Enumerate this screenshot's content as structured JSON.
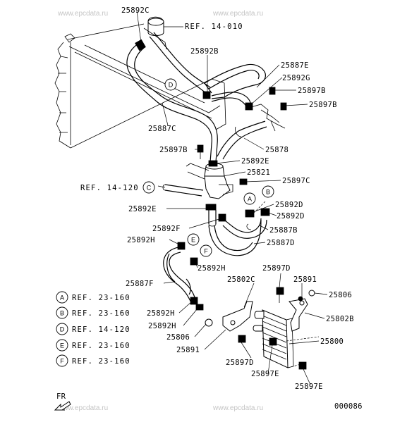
{
  "watermarks": [
    "www.epcdata.ru",
    "www.epcdata.ru",
    "www.epcdata.ru",
    "www.epcdata.ru"
  ],
  "parts": [
    {
      "id": "p1",
      "text": "25892C"
    },
    {
      "id": "p2",
      "text": "REF. 14-010"
    },
    {
      "id": "p3",
      "text": "25892B"
    },
    {
      "id": "p4",
      "text": "25887E"
    },
    {
      "id": "p5",
      "text": "25892G"
    },
    {
      "id": "p6",
      "text": "25897B"
    },
    {
      "id": "p7",
      "text": "25897B"
    },
    {
      "id": "p8",
      "text": "25887C"
    },
    {
      "id": "p9",
      "text": "25897B"
    },
    {
      "id": "p10",
      "text": "25878"
    },
    {
      "id": "p11",
      "text": "25892E"
    },
    {
      "id": "p12",
      "text": "25821"
    },
    {
      "id": "p13",
      "text": "REF. 14-120"
    },
    {
      "id": "p14",
      "text": "25897C"
    },
    {
      "id": "p15",
      "text": "25892D"
    },
    {
      "id": "p16",
      "text": "25892E"
    },
    {
      "id": "p17",
      "text": "25892D"
    },
    {
      "id": "p18",
      "text": "25892F"
    },
    {
      "id": "p19",
      "text": "25887B"
    },
    {
      "id": "p20",
      "text": "25892H"
    },
    {
      "id": "p21",
      "text": "25887D"
    },
    {
      "id": "p22",
      "text": "25892H"
    },
    {
      "id": "p23",
      "text": "25897D"
    },
    {
      "id": "p24",
      "text": "25887F"
    },
    {
      "id": "p25",
      "text": "25802C"
    },
    {
      "id": "p26",
      "text": "25891"
    },
    {
      "id": "p27",
      "text": "25806"
    },
    {
      "id": "p28",
      "text": "25892H"
    },
    {
      "id": "p29",
      "text": "25802B"
    },
    {
      "id": "p30",
      "text": "25892H"
    },
    {
      "id": "p31",
      "text": "25806"
    },
    {
      "id": "p32",
      "text": "25800"
    },
    {
      "id": "p33",
      "text": "25891"
    },
    {
      "id": "p34",
      "text": "25897D"
    },
    {
      "id": "p35",
      "text": "25897E"
    },
    {
      "id": "p36",
      "text": "25897E"
    }
  ],
  "callouts": [
    "D",
    "C",
    "B",
    "A",
    "E",
    "F"
  ],
  "legend": [
    {
      "letter": "A",
      "ref": "REF. 23-160"
    },
    {
      "letter": "B",
      "ref": "REF. 23-160"
    },
    {
      "letter": "D",
      "ref": "REF. 14-120"
    },
    {
      "letter": "E",
      "ref": "REF. 23-160"
    },
    {
      "letter": "F",
      "ref": "REF. 23-160"
    }
  ],
  "fr_label": "FR",
  "diagram_code": "000086"
}
